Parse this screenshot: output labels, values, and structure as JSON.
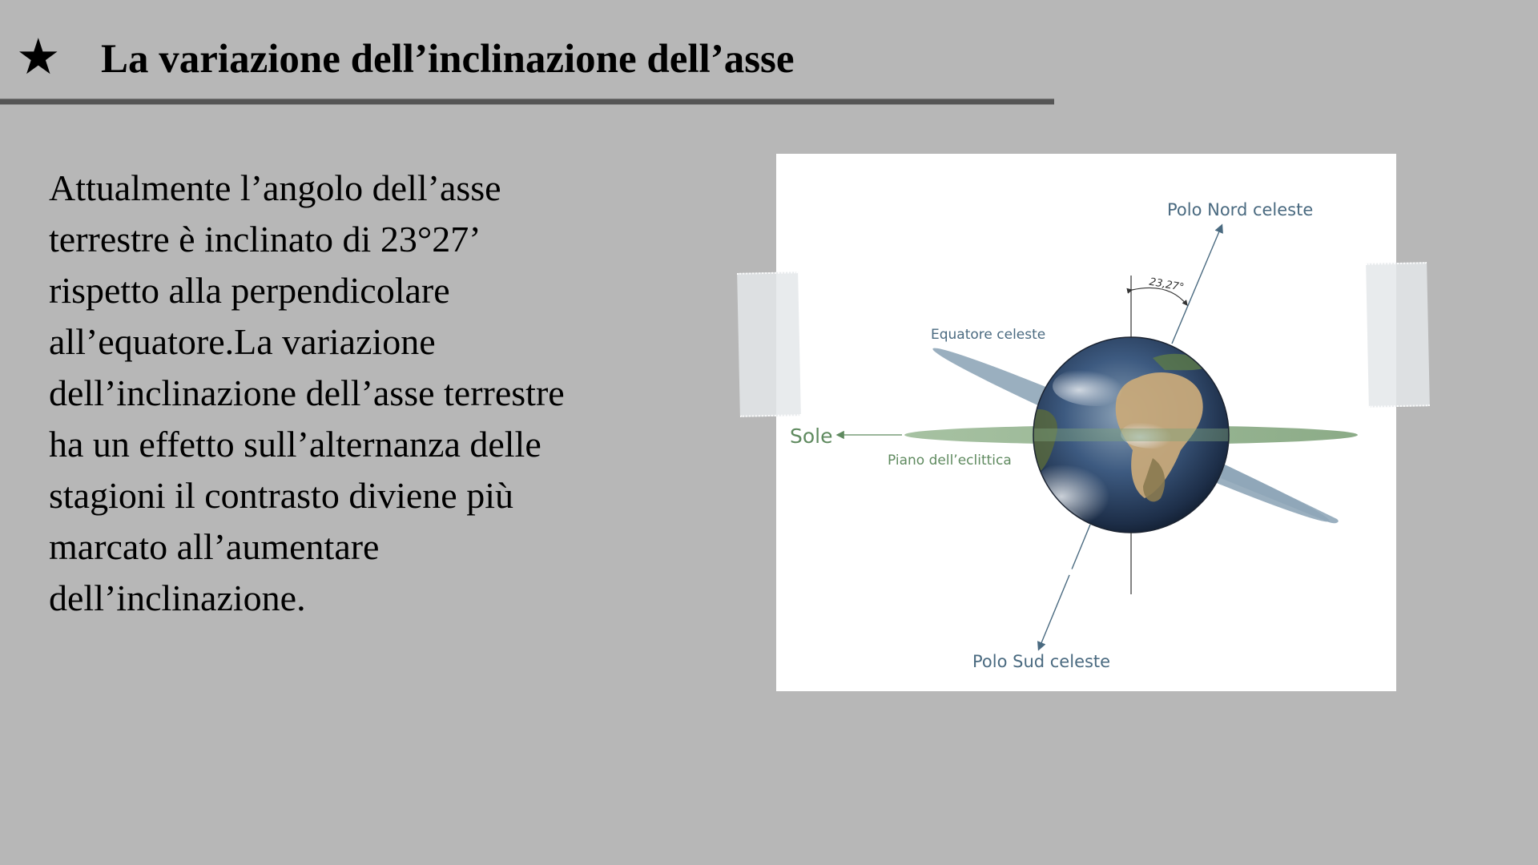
{
  "slide": {
    "title_icon": "star-icon",
    "title": "La variazione dell’inclinazione dell’asse",
    "body_lines": [
      "Attualmente l’angolo dell’asse",
      "terrestre è inclinato di 23°27’",
      "rispetto alla perpendicolare",
      "all’equatore.La variazione",
      "dell’inclinazione dell’asse terrestre",
      "ha un effetto sull’alternanza delle",
      "stagioni il contrasto diviene più",
      "marcato all’aumentare",
      "dell’inclinazione."
    ]
  },
  "figure": {
    "labels": {
      "north_pole": "Polo Nord celeste",
      "south_pole": "Polo Sud celeste",
      "celestial_equator": "Equatore celeste",
      "ecliptic_plane": "Piano dell’eclittica",
      "sun": "Sole",
      "tilt_angle": "23,27°"
    },
    "colors": {
      "background": "#b7b7b7",
      "title_rule": "#555555",
      "axis_label": "#4a6a80",
      "ecliptic": "#7fa27a",
      "sun_label": "#5f8a5f",
      "equator_plane": "#8fa6b8",
      "tape": "#e4e8ea"
    }
  }
}
